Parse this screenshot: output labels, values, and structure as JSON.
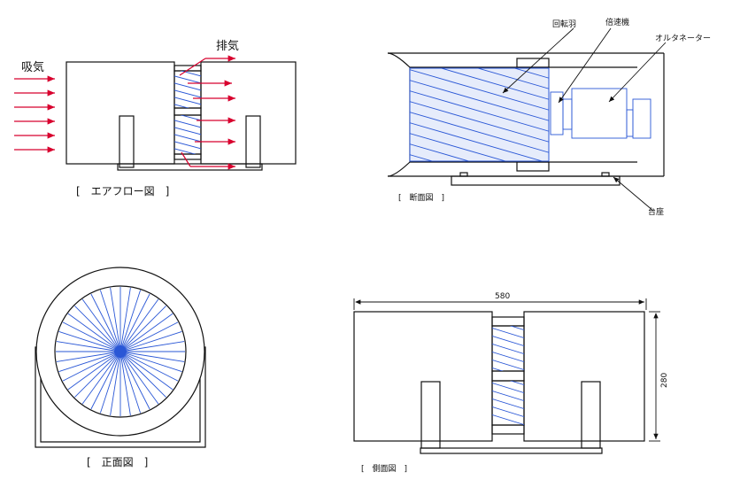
{
  "airflow": {
    "intake_label": "吸気",
    "exhaust_label": "排気",
    "caption": "[　エアフロー図　]"
  },
  "section": {
    "rotor_label": "回転羽",
    "gearbox_label": "倍速機",
    "alternator_label": "オルタネーター",
    "base_label": "台座",
    "caption": "[　断面図　]"
  },
  "front": {
    "caption": "[　正面図　]"
  },
  "side": {
    "width_dim": "580",
    "height_dim": "280",
    "caption": "[　側面図　]"
  },
  "colors": {
    "arrow_red": "#d8002e",
    "blade_blue": "#2a57d6",
    "fill_blue": "#e6ecfb"
  }
}
